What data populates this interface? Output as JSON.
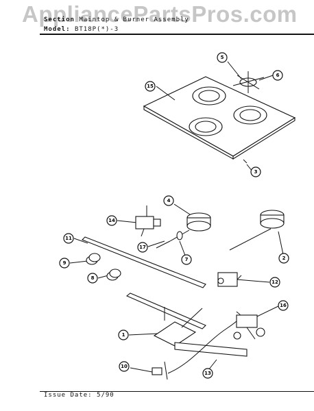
{
  "watermark": "AppliancePartsPros.com",
  "header": {
    "section_label": "Section",
    "section_value": "Maintop & Burner Assembly",
    "model_label": "Model:",
    "model_value": "BT18P(*)-3"
  },
  "footer": {
    "issue_date": "Issue Date: 5/90"
  },
  "callouts": {
    "c1": "1",
    "c2": "2",
    "c3": "3",
    "c4": "4",
    "c5": "5",
    "c6": "6",
    "c7": "7",
    "c8": "8",
    "c9": "9",
    "c10": "10",
    "c11": "11",
    "c12": "12",
    "c13": "13",
    "c14": "14",
    "c15": "15",
    "c16": "16",
    "c17": "17"
  }
}
